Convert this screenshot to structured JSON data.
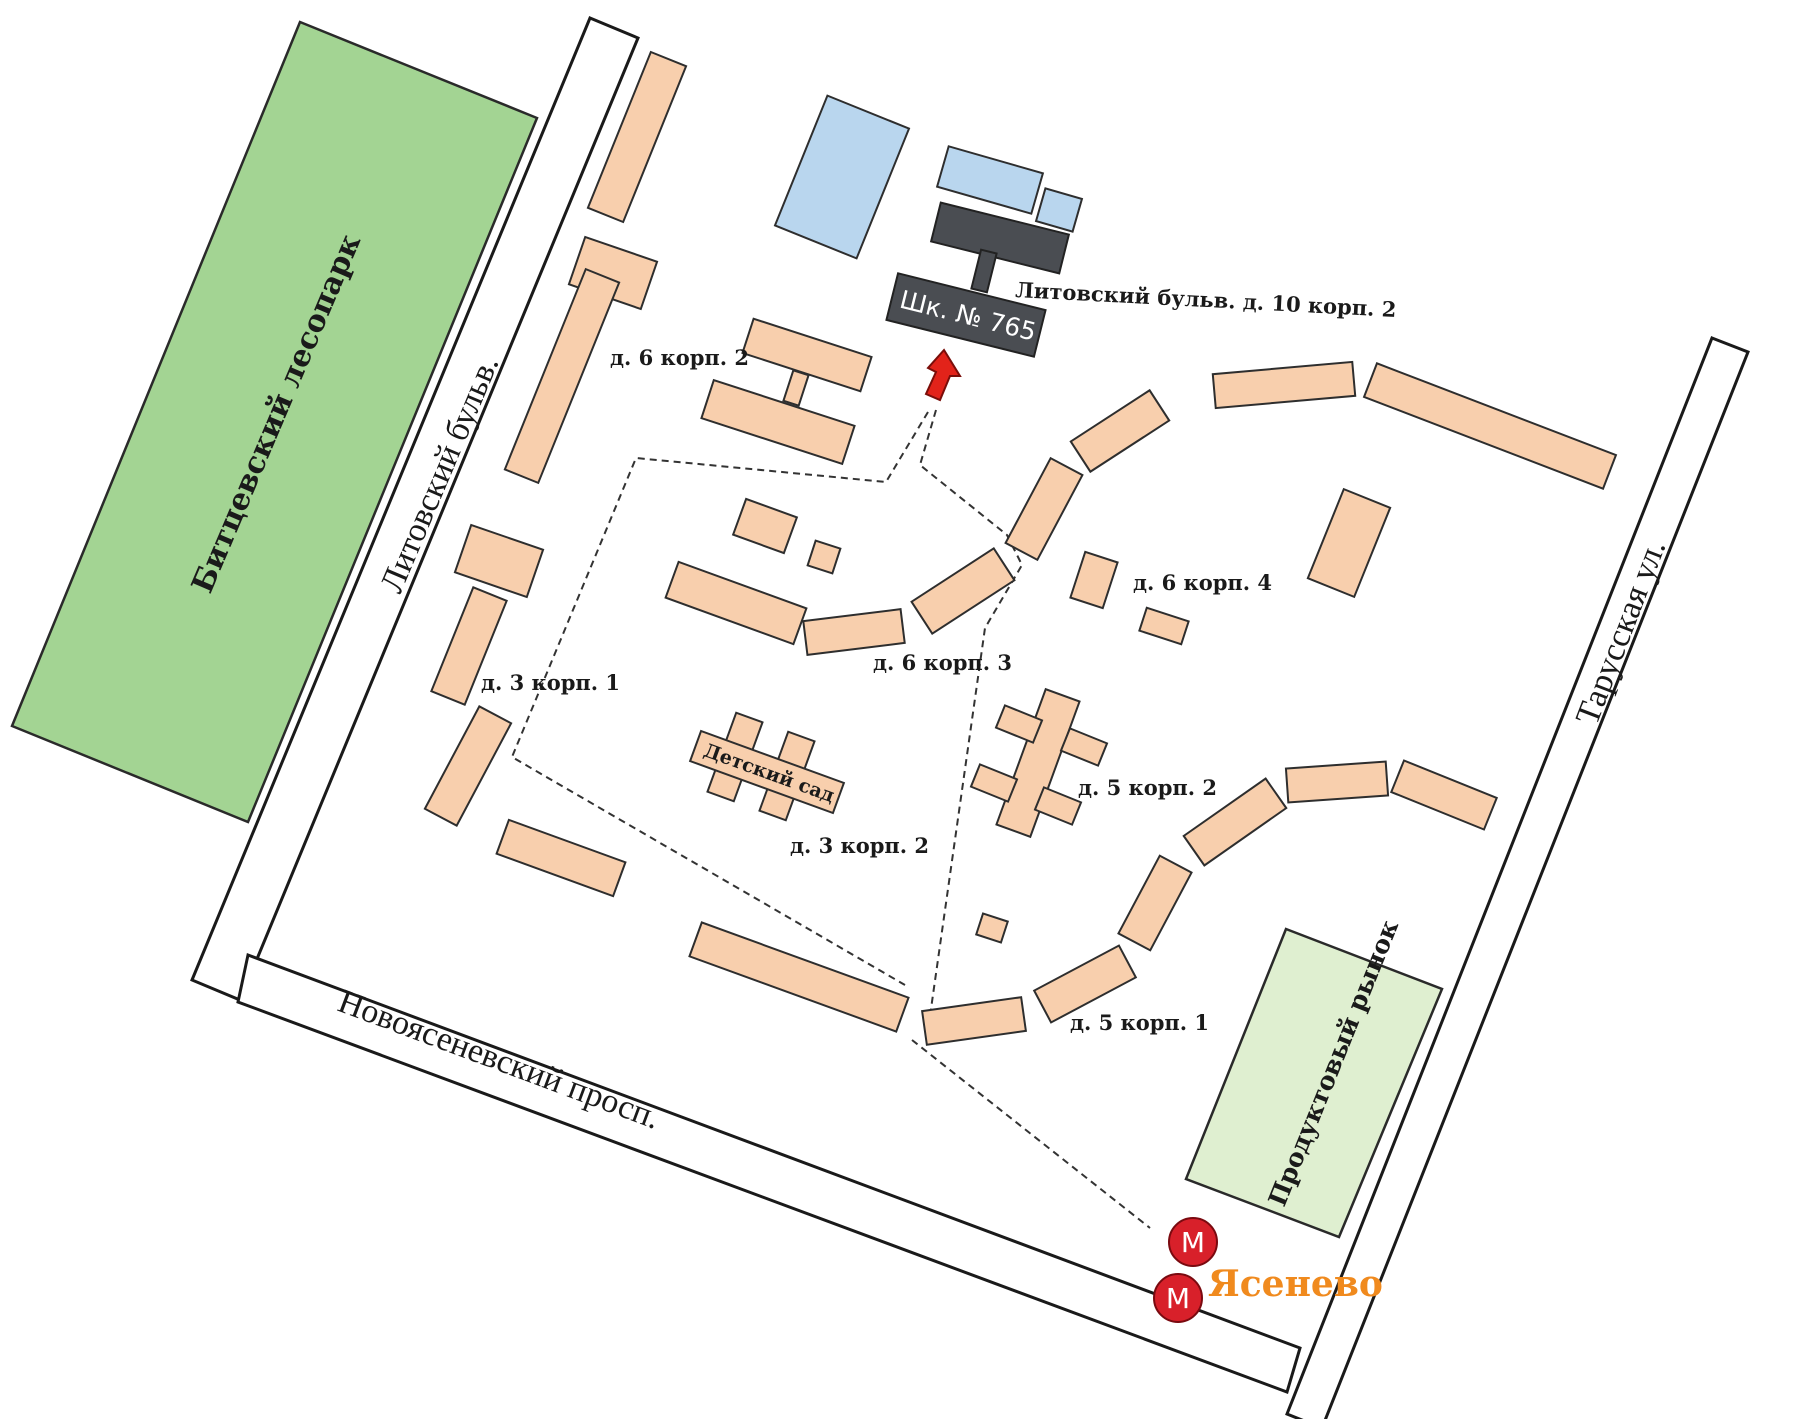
{
  "map": {
    "streets": {
      "litovsky": "Литовский бульв.",
      "novoyasenevsky": "Новоясеневский просп.",
      "tarusskaya": "Тарусская ул."
    },
    "areas": {
      "park": "Битцевский лесопарк",
      "market": "Продуктовый рынок"
    },
    "school": {
      "label": "Шк. № 765",
      "address": "Литовский бульв. д. 10 корп. 2"
    },
    "kindergarten": "Детский сад",
    "buildings": {
      "b6k2": "д. 6 корп. 2",
      "b6k3": "д. 6 корп. 3",
      "b6k4": "д. 6 корп. 4",
      "b3k1": "д. 3 корп. 1",
      "b3k2": "д. 3 корп. 2",
      "b5k2": "д. 5 корп. 2",
      "b5k1": "д. 5 корп. 1"
    },
    "metro": {
      "symbol": "M",
      "name": "Ясенево"
    },
    "colors": {
      "park": "#a3d493",
      "market": "#dfefd0",
      "building": "#f8cfad",
      "school_annex": "#b9d6ee",
      "school": "#4a4d52",
      "arrow": "#e2231a",
      "metro": "#d8202a",
      "metro_text": "#f08a1e"
    }
  }
}
